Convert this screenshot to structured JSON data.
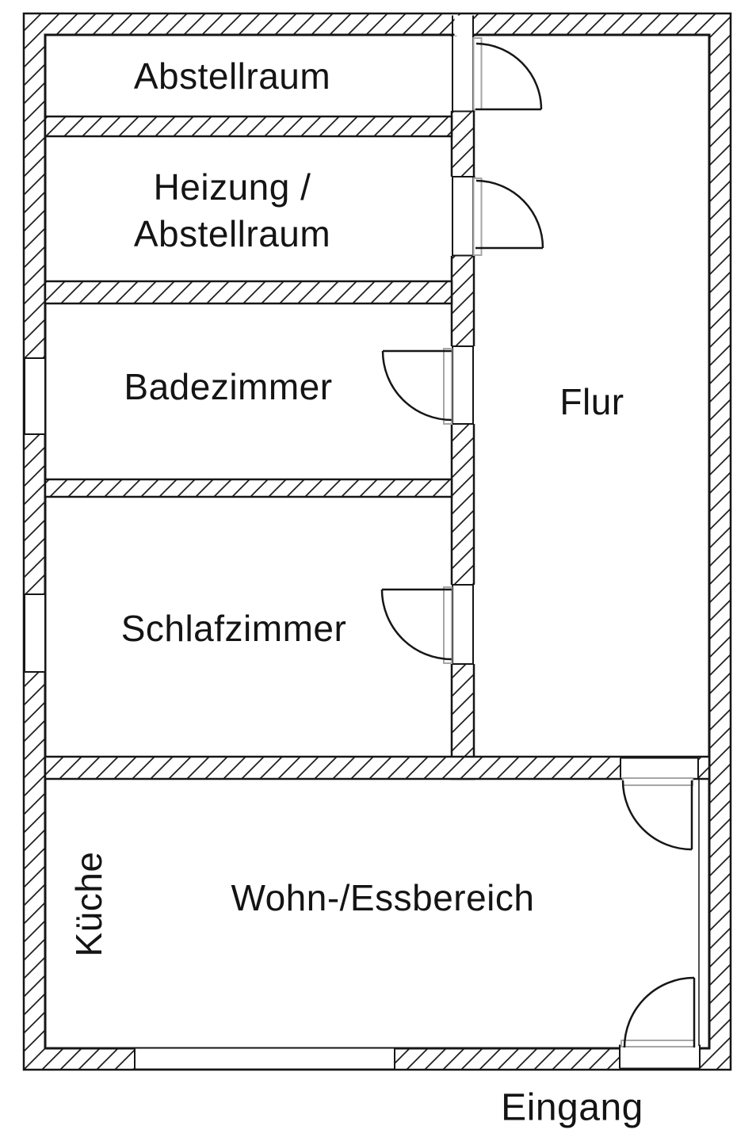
{
  "rooms": {
    "abstellraum": {
      "label": "Abstellraum"
    },
    "heizung_abstellraum": {
      "label_line1": "Heizung /",
      "label_line2": "Abstellraum"
    },
    "badezimmer": {
      "label": "Badezimmer"
    },
    "schlafzimmer": {
      "label": "Schlafzimmer"
    },
    "flur": {
      "label": "Flur"
    },
    "kueche": {
      "label": "Küche"
    },
    "wohn_essbereich": {
      "label": "Wohn-/Essbereich"
    }
  },
  "annotations": {
    "entrance_label": "Eingang"
  },
  "symbols": {
    "doors": [
      "door-abstellraum-flur",
      "door-heizung-flur",
      "door-badezimmer-flur",
      "door-schlafzimmer-flur",
      "door-flur-wohnbereich",
      "door-eingang"
    ],
    "windows": [
      "window-badezimmer-left",
      "window-schlafzimmer-left",
      "window-wohnbereich-bottom"
    ]
  },
  "colors": {
    "wall_line": "#161616",
    "background": "#ffffff",
    "door_panel_outline": "#a6a6a6",
    "hatch_line": "#1c1c1c"
  }
}
